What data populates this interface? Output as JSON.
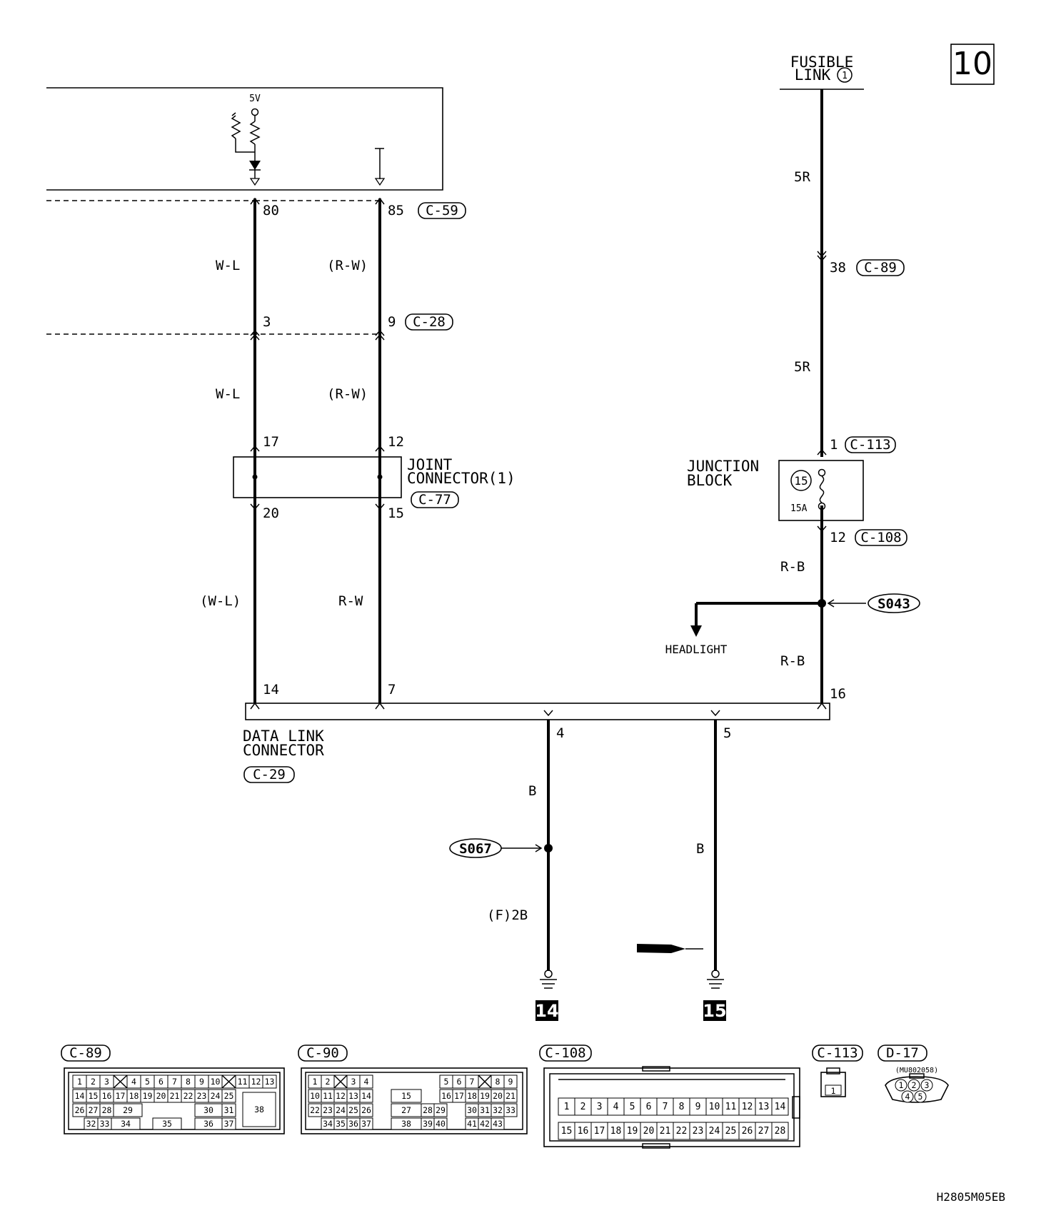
{
  "page_number": "10",
  "fusible_link": {
    "line1": "FUSIBLE",
    "line2": "LINK",
    "num": "1"
  },
  "supply": {
    "voltage": "5V"
  },
  "connectors": {
    "c59": "C-59",
    "c28": "C-28",
    "c77": "C-77",
    "c29": "C-29",
    "c89": "C-89",
    "c113": "C-113",
    "c108": "C-108",
    "c90": "C-90",
    "d17": "D-17"
  },
  "pins": {
    "p80": "80",
    "p85": "85",
    "p3": "3",
    "p9": "9",
    "p17": "17",
    "p12": "12",
    "p20": "20",
    "p15": "15",
    "p14": "14",
    "p7": "7",
    "p4": "4",
    "p5": "5",
    "p16": "16",
    "p38": "38",
    "p1": "1",
    "p12b": "12"
  },
  "wire_colors": {
    "wl": "W-L",
    "rw_paren": "(R-W)",
    "wl_paren": "(W-L)",
    "rw": "R-W",
    "r5": "5R",
    "rb": "R-B",
    "b": "B",
    "f2b": "(F)2B"
  },
  "joint_connector": {
    "line1": "JOINT",
    "line2": "CONNECTOR(1)"
  },
  "junction_block": {
    "line1": "JUNCTION",
    "line2": "BLOCK",
    "fuse_num": "15",
    "fuse_rating": "15A"
  },
  "data_link": {
    "line1": "DATA LINK",
    "line2": "CONNECTOR"
  },
  "splices": {
    "s043": "S043",
    "s067": "S067"
  },
  "headlight": "HEADLIGHT",
  "grounds": {
    "g14": "14",
    "g15": "15"
  },
  "d17_part": "(MU802058)",
  "diagram_code": "H2805M05EB",
  "pinouts": {
    "c89": {
      "row1": [
        "1",
        "2",
        "3",
        "X",
        "4",
        "5",
        "6",
        "7",
        "8",
        "9",
        "10",
        "X",
        "11",
        "12",
        "13"
      ],
      "row2": [
        "14",
        "15",
        "16",
        "17",
        "18",
        "19",
        "20",
        "21",
        "22",
        "23",
        "24",
        "25"
      ],
      "row3": [
        "26",
        "27",
        "28",
        "29",
        "30",
        "31"
      ],
      "row4": [
        "32",
        "33",
        "34",
        "35",
        "36",
        "37"
      ],
      "big": "38"
    },
    "c90": {
      "row1a": [
        "1",
        "2",
        "X",
        "3",
        "4"
      ],
      "row1b": [
        "5",
        "6",
        "7",
        "X",
        "8",
        "9"
      ],
      "row2a": [
        "10",
        "11",
        "12",
        "13",
        "14"
      ],
      "row2m": "15",
      "row2b": [
        "16",
        "17",
        "18",
        "19",
        "20",
        "21"
      ],
      "row3a": [
        "22",
        "23",
        "24",
        "25",
        "26"
      ],
      "row3m": [
        "27",
        "28",
        "29"
      ],
      "row3b": [
        "30",
        "31",
        "32",
        "33"
      ],
      "row4a": [
        "34",
        "35",
        "36",
        "37"
      ],
      "row4m": [
        "38",
        "39",
        "40"
      ],
      "row4b": [
        "41",
        "42",
        "43"
      ]
    },
    "c108": {
      "row1": [
        "1",
        "2",
        "3",
        "4",
        "5",
        "6",
        "7",
        "8",
        "9",
        "10",
        "11",
        "12",
        "13",
        "14"
      ],
      "row2": [
        "15",
        "16",
        "17",
        "18",
        "19",
        "20",
        "21",
        "22",
        "23",
        "24",
        "25",
        "26",
        "27",
        "28"
      ]
    },
    "c113": [
      "1"
    ],
    "d17": [
      "1",
      "2",
      "3",
      "4",
      "5"
    ]
  }
}
